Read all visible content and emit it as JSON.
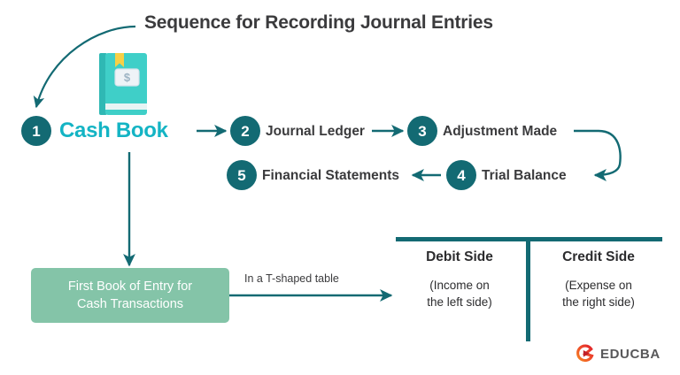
{
  "title": "Sequence for Recording Journal Entries",
  "colors": {
    "teal_dark": "#136a73",
    "teal_bright": "#14b4c4",
    "green_box": "#84c4a8",
    "text_dark": "#3b3b3d",
    "background": "#ffffff",
    "logo_orange": "#f47b20",
    "logo_red": "#e8322a",
    "book_teal": "#3fcfc8",
    "bookmark_yellow": "#f7d046"
  },
  "book_icon": {
    "name": "cash-book-icon",
    "symbol": "$"
  },
  "steps": [
    {
      "number": "1",
      "label": "Cash Book",
      "style": "brand"
    },
    {
      "number": "2",
      "label": "Journal Ledger",
      "style": "plain"
    },
    {
      "number": "3",
      "label": "Adjustment Made",
      "style": "plain"
    },
    {
      "number": "4",
      "label": "Trial Balance",
      "style": "plain"
    },
    {
      "number": "5",
      "label": "Financial Statements",
      "style": "plain"
    }
  ],
  "detail_box": {
    "line1": "First Book of Entry for",
    "line2": "Cash Transactions"
  },
  "connector_caption": "In a T-shaped table",
  "t_table": {
    "columns": [
      {
        "heading": "Debit Side",
        "note_line1": "(Income on",
        "note_line2": "the left side)"
      },
      {
        "heading": "Credit Side",
        "note_line1": "(Expense on",
        "note_line2": "the right side)"
      }
    ]
  },
  "logo": {
    "text": "EDUCBA"
  }
}
